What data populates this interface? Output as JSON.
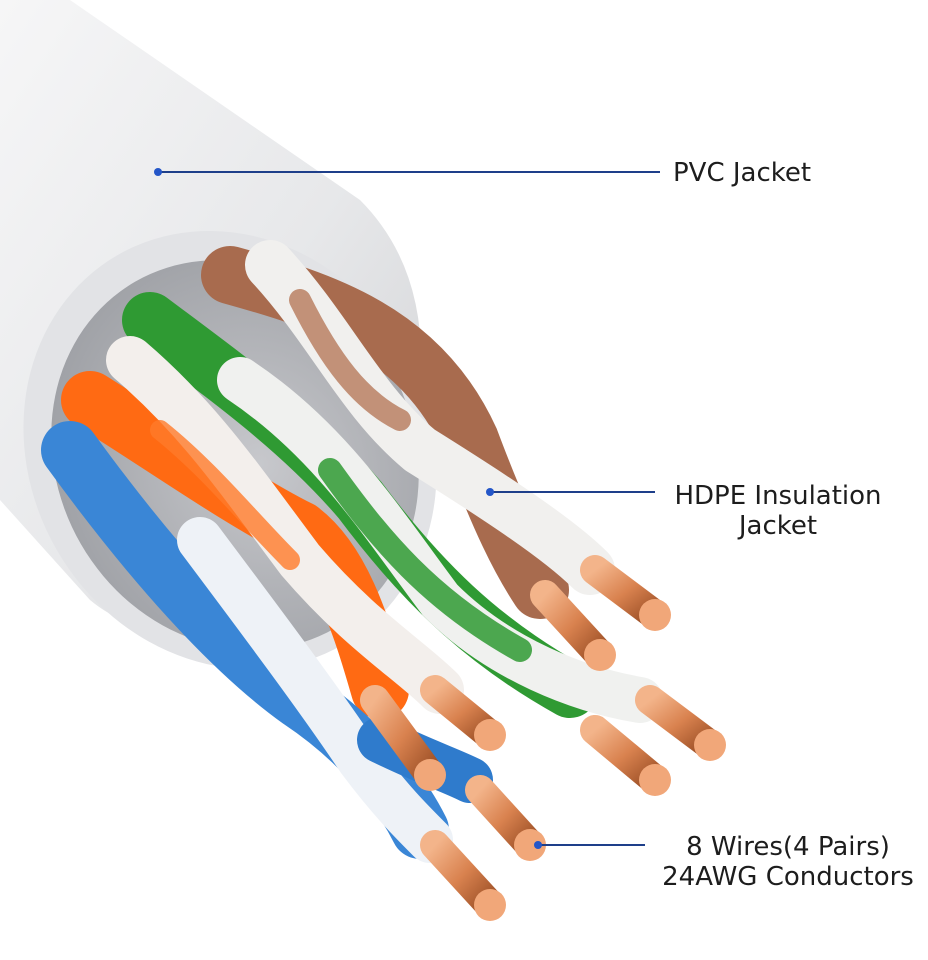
{
  "labels": {
    "pvc_jacket": "PVC Jacket",
    "hdpe_line1": "HDPE Insulation",
    "hdpe_line2": "Jacket",
    "wires_line1": "8 Wires(4 Pairs)",
    "wires_line2": "24AWG Conductors"
  },
  "colors": {
    "callout_line": "#1e3f8a",
    "jacket": "#e9eaec",
    "copper": "#d9824f",
    "orange": "#ff6a13",
    "green": "#2f9a33",
    "blue": "#3a86d6",
    "brown": "#a86b4e"
  }
}
